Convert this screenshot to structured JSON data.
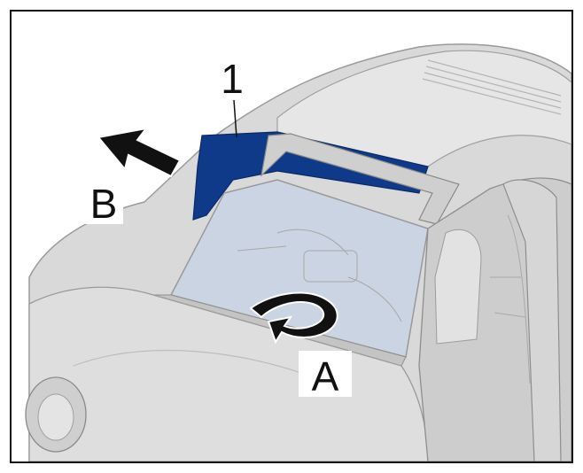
{
  "figure": {
    "labels": {
      "part_number": "1",
      "step_a": "A",
      "step_b": "B"
    },
    "colors": {
      "body": "#d7d7d7",
      "body_light": "#e8e8e8",
      "body_dark": "#b9b9b9",
      "highlight_part": "#0f3a8a",
      "glass": "#c9d4e4",
      "outline": "#8e8e8e",
      "arrow_fill": "#111111"
    }
  }
}
